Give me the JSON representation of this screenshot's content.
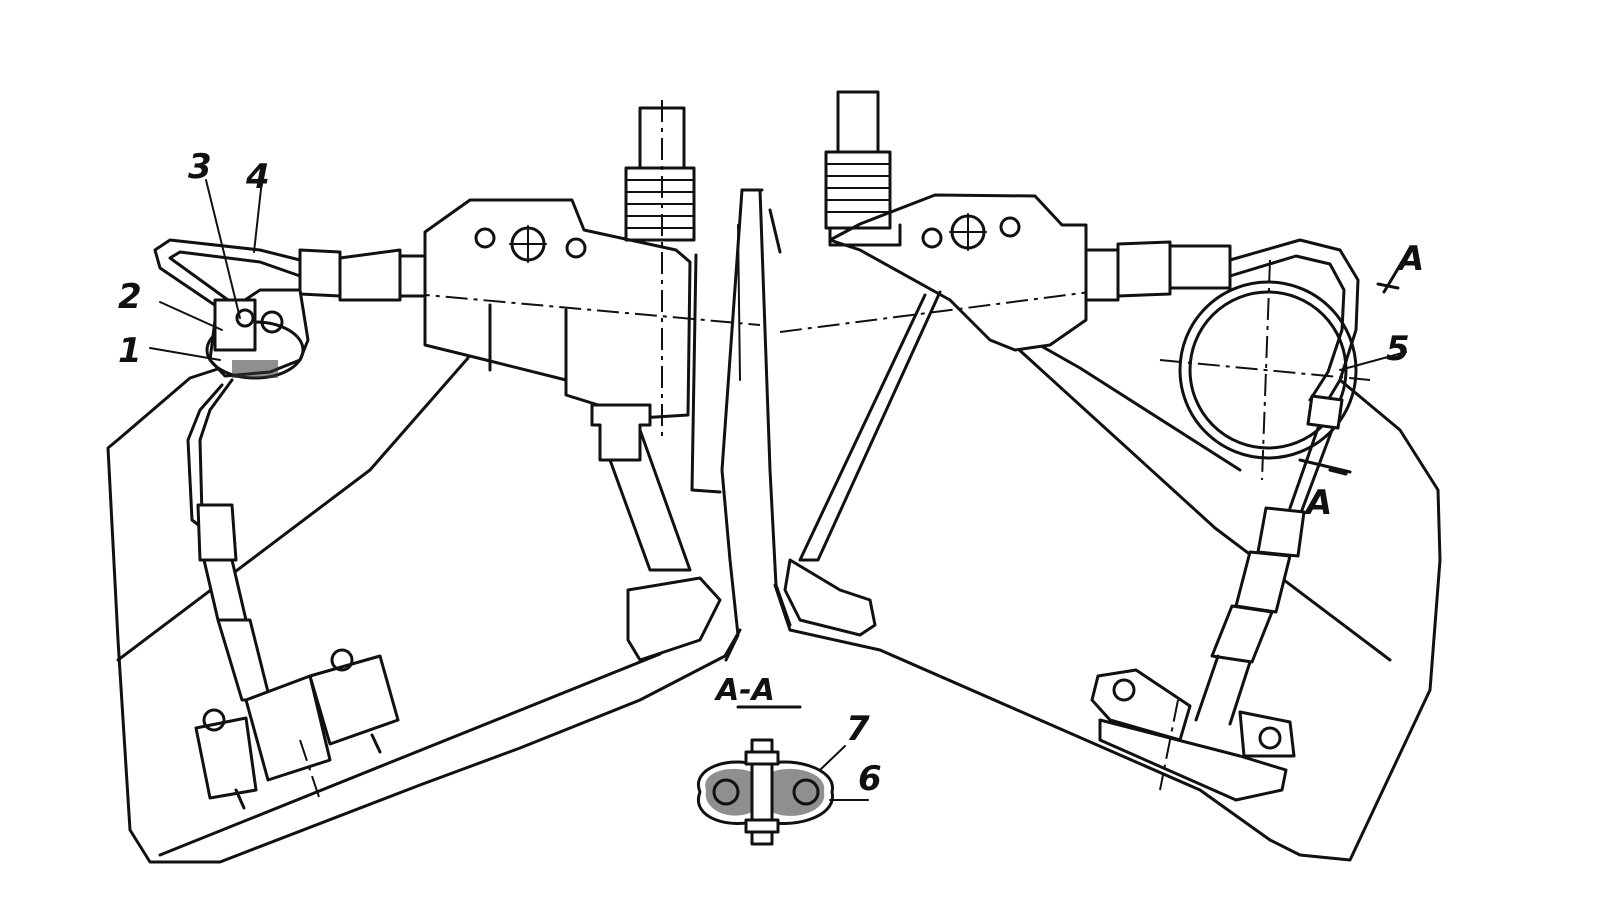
{
  "labels": {
    "l1": "1",
    "l2": "2",
    "l3": "3",
    "l4": "4",
    "l5": "5",
    "l6": "6",
    "l7": "7",
    "section_a_top": "A",
    "section_a_bottom": "A",
    "section_title": "A-A"
  }
}
